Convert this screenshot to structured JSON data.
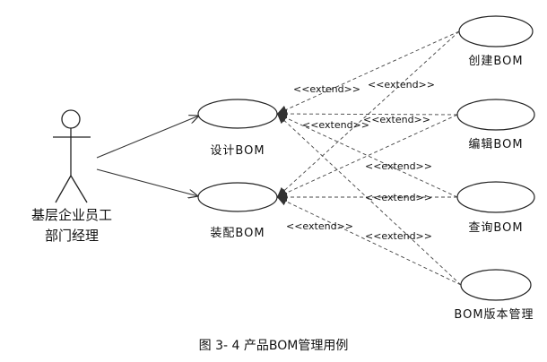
{
  "actor": {
    "name_line1": "基层企业员工",
    "name_line2": "部门经理"
  },
  "use_cases": {
    "design": "设计BOM",
    "assemble": "装配BOM",
    "create": "创建BOM",
    "edit": "编辑BOM",
    "query": "查询BOM",
    "version": "BOM版本管理"
  },
  "relationships": {
    "extend_label": "<<extend>>"
  },
  "caption": "图 3- 4  产品BOM管理用例"
}
